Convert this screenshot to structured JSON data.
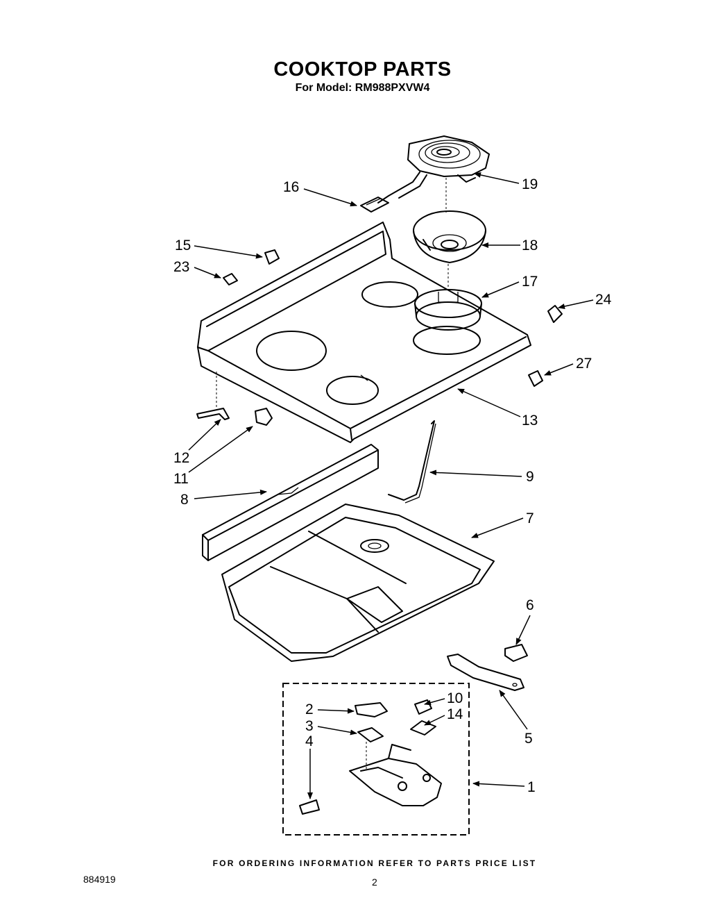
{
  "title": "COOKTOP PARTS",
  "subtitle": "For Model: RM988PXVW4",
  "footer_note": "FOR ORDERING INFORMATION REFER TO PARTS PRICE LIST",
  "doc_number": "884919",
  "page_number": "2",
  "callouts": [
    {
      "id": "19",
      "label": "19"
    },
    {
      "id": "16",
      "label": "16"
    },
    {
      "id": "15",
      "label": "15"
    },
    {
      "id": "18",
      "label": "18"
    },
    {
      "id": "23",
      "label": "23"
    },
    {
      "id": "17",
      "label": "17"
    },
    {
      "id": "24",
      "label": "24"
    },
    {
      "id": "27",
      "label": "27"
    },
    {
      "id": "13",
      "label": "13"
    },
    {
      "id": "12",
      "label": "12"
    },
    {
      "id": "11",
      "label": "11"
    },
    {
      "id": "9",
      "label": "9"
    },
    {
      "id": "8",
      "label": "8"
    },
    {
      "id": "7",
      "label": "7"
    },
    {
      "id": "6",
      "label": "6"
    },
    {
      "id": "10",
      "label": "10"
    },
    {
      "id": "2",
      "label": "2"
    },
    {
      "id": "14",
      "label": "14"
    },
    {
      "id": "3",
      "label": "3"
    },
    {
      "id": "5",
      "label": "5"
    },
    {
      "id": "4",
      "label": "4"
    },
    {
      "id": "1",
      "label": "1"
    }
  ]
}
